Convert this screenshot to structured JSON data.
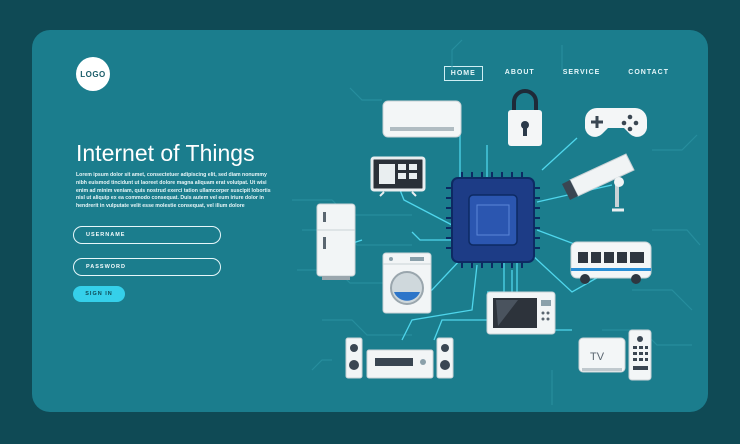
{
  "logo": {
    "text": "LOGO"
  },
  "nav": [
    {
      "label": "HOME"
    },
    {
      "label": "ABOUT"
    },
    {
      "label": "SERVICE"
    },
    {
      "label": "CONTACT"
    }
  ],
  "hero": {
    "title": "Internet of Things",
    "paragraph": "Lorem ipsum dolor sit amet, consectetuer adipiscing elit, sed diam nonummy nibh euismod tincidunt ut laoreet dolore magna aliquam erat volutpat. Ut wisi enim ad minim veniam, quis nostrud exerci tation ullamcorper suscipit lobortis nisl ut aliquip ex ea commodo consequat. Duis autem vel eum iriure dolor in hendrerit in vulputate velit esse molestie consequat, vel illum dolore"
  },
  "form": {
    "username_placeholder": "USERNAME",
    "password_placeholder": "PASSWORD",
    "signin_label": "SIGN IN"
  },
  "illustration": {
    "tv_label": "TV"
  },
  "colors": {
    "background": "#0f4a55",
    "card": "#1b7d8d",
    "accent": "#35d0ea",
    "chip": "#1d3c86"
  }
}
